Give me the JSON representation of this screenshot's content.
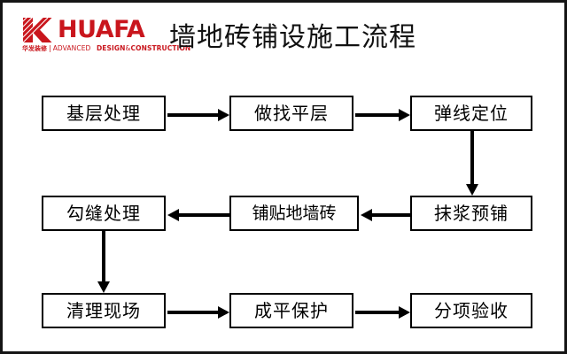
{
  "slide": {
    "title": "墙地砖铺设施工流程",
    "background_color": "#ffffff",
    "frame_color": "#151515"
  },
  "logo": {
    "mark_name": "huafa-k-mark",
    "wordmark": "HUAFA",
    "subtitle_cn": "华发装修",
    "subtitle_divider": "|",
    "subtitle_en_light_1": "ADVANCED",
    "subtitle_en_bold_1": "DESIGN",
    "subtitle_en_amp": "&",
    "subtitle_en_bold_2": "CONSTRUCTION",
    "brand_color": "#c9161d"
  },
  "flowchart": {
    "rows": [
      {
        "direction": "left-to-right",
        "nodes": [
          {
            "label": "基层处理"
          },
          {
            "label": "做找平层"
          },
          {
            "label": "弹线定位"
          }
        ]
      },
      {
        "direction": "right-to-left",
        "nodes": [
          {
            "label": "勾缝处理"
          },
          {
            "label": "铺贴地墙砖"
          },
          {
            "label": "抹浆预铺"
          }
        ]
      },
      {
        "direction": "left-to-right",
        "nodes": [
          {
            "label": "清理现场"
          },
          {
            "label": "成平保护"
          },
          {
            "label": "分项验收"
          }
        ]
      }
    ],
    "connectors": [
      {
        "name": "arrow-base-to-level",
        "type": "horizontal",
        "direction": "right"
      },
      {
        "name": "arrow-level-to-layout",
        "type": "horizontal",
        "direction": "right"
      },
      {
        "name": "arrow-layout-to-mortar",
        "type": "vertical",
        "direction": "down"
      },
      {
        "name": "arrow-mortar-to-tiling",
        "type": "horizontal",
        "direction": "left"
      },
      {
        "name": "arrow-tiling-to-grouting",
        "type": "horizontal",
        "direction": "left"
      },
      {
        "name": "arrow-grouting-to-cleanup",
        "type": "vertical",
        "direction": "down"
      },
      {
        "name": "arrow-cleanup-to-protection",
        "type": "horizontal",
        "direction": "right"
      },
      {
        "name": "arrow-protection-to-acceptance",
        "type": "horizontal",
        "direction": "right"
      }
    ],
    "node_border_color": "#000000",
    "arrow_color": "#000000"
  }
}
